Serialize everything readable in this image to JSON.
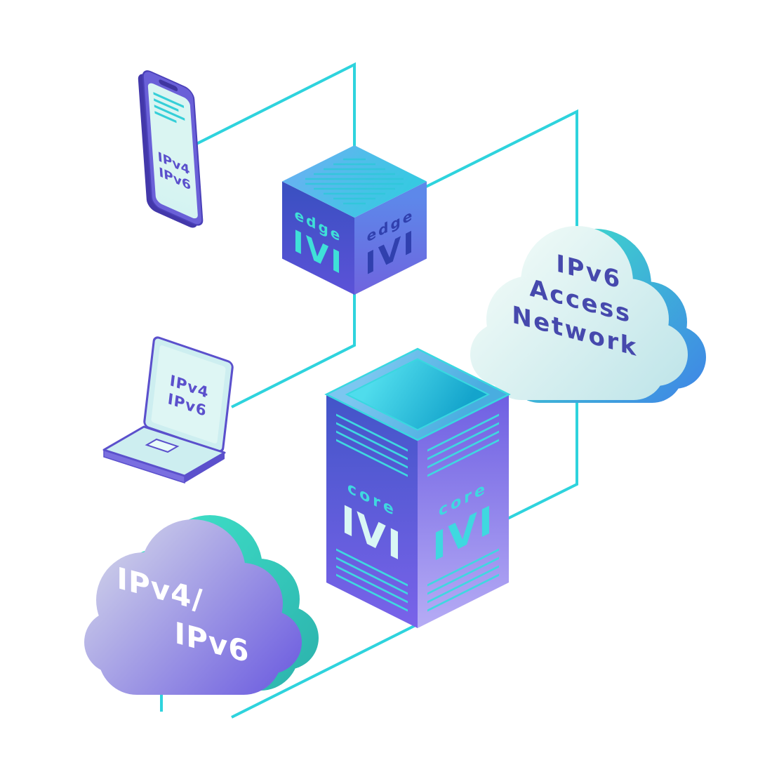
{
  "colors": {
    "connector": "#2ed3dd",
    "teal": "#3fd8e0",
    "indigo": "#5b50cc",
    "cloud1_text": "#4649ad",
    "cloud2_text": "#ffffff"
  },
  "phone": {
    "line1": "IPv4",
    "line2": "IPv6"
  },
  "laptop": {
    "line1": "IPv4",
    "line2": "IPv6"
  },
  "edge_router": {
    "left": {
      "label": "edge",
      "logo": "IVI"
    },
    "right": {
      "label": "edge",
      "logo": "IVI"
    }
  },
  "core_router": {
    "left": {
      "label": "core",
      "logo": "IVI"
    },
    "right": {
      "label": "core",
      "logo": "IVI"
    }
  },
  "access_cloud": {
    "line1": "IPv6",
    "line2": "Access",
    "line3": "Network"
  },
  "dual_cloud": {
    "line1": "IPv4/",
    "line2": "IPv6"
  }
}
